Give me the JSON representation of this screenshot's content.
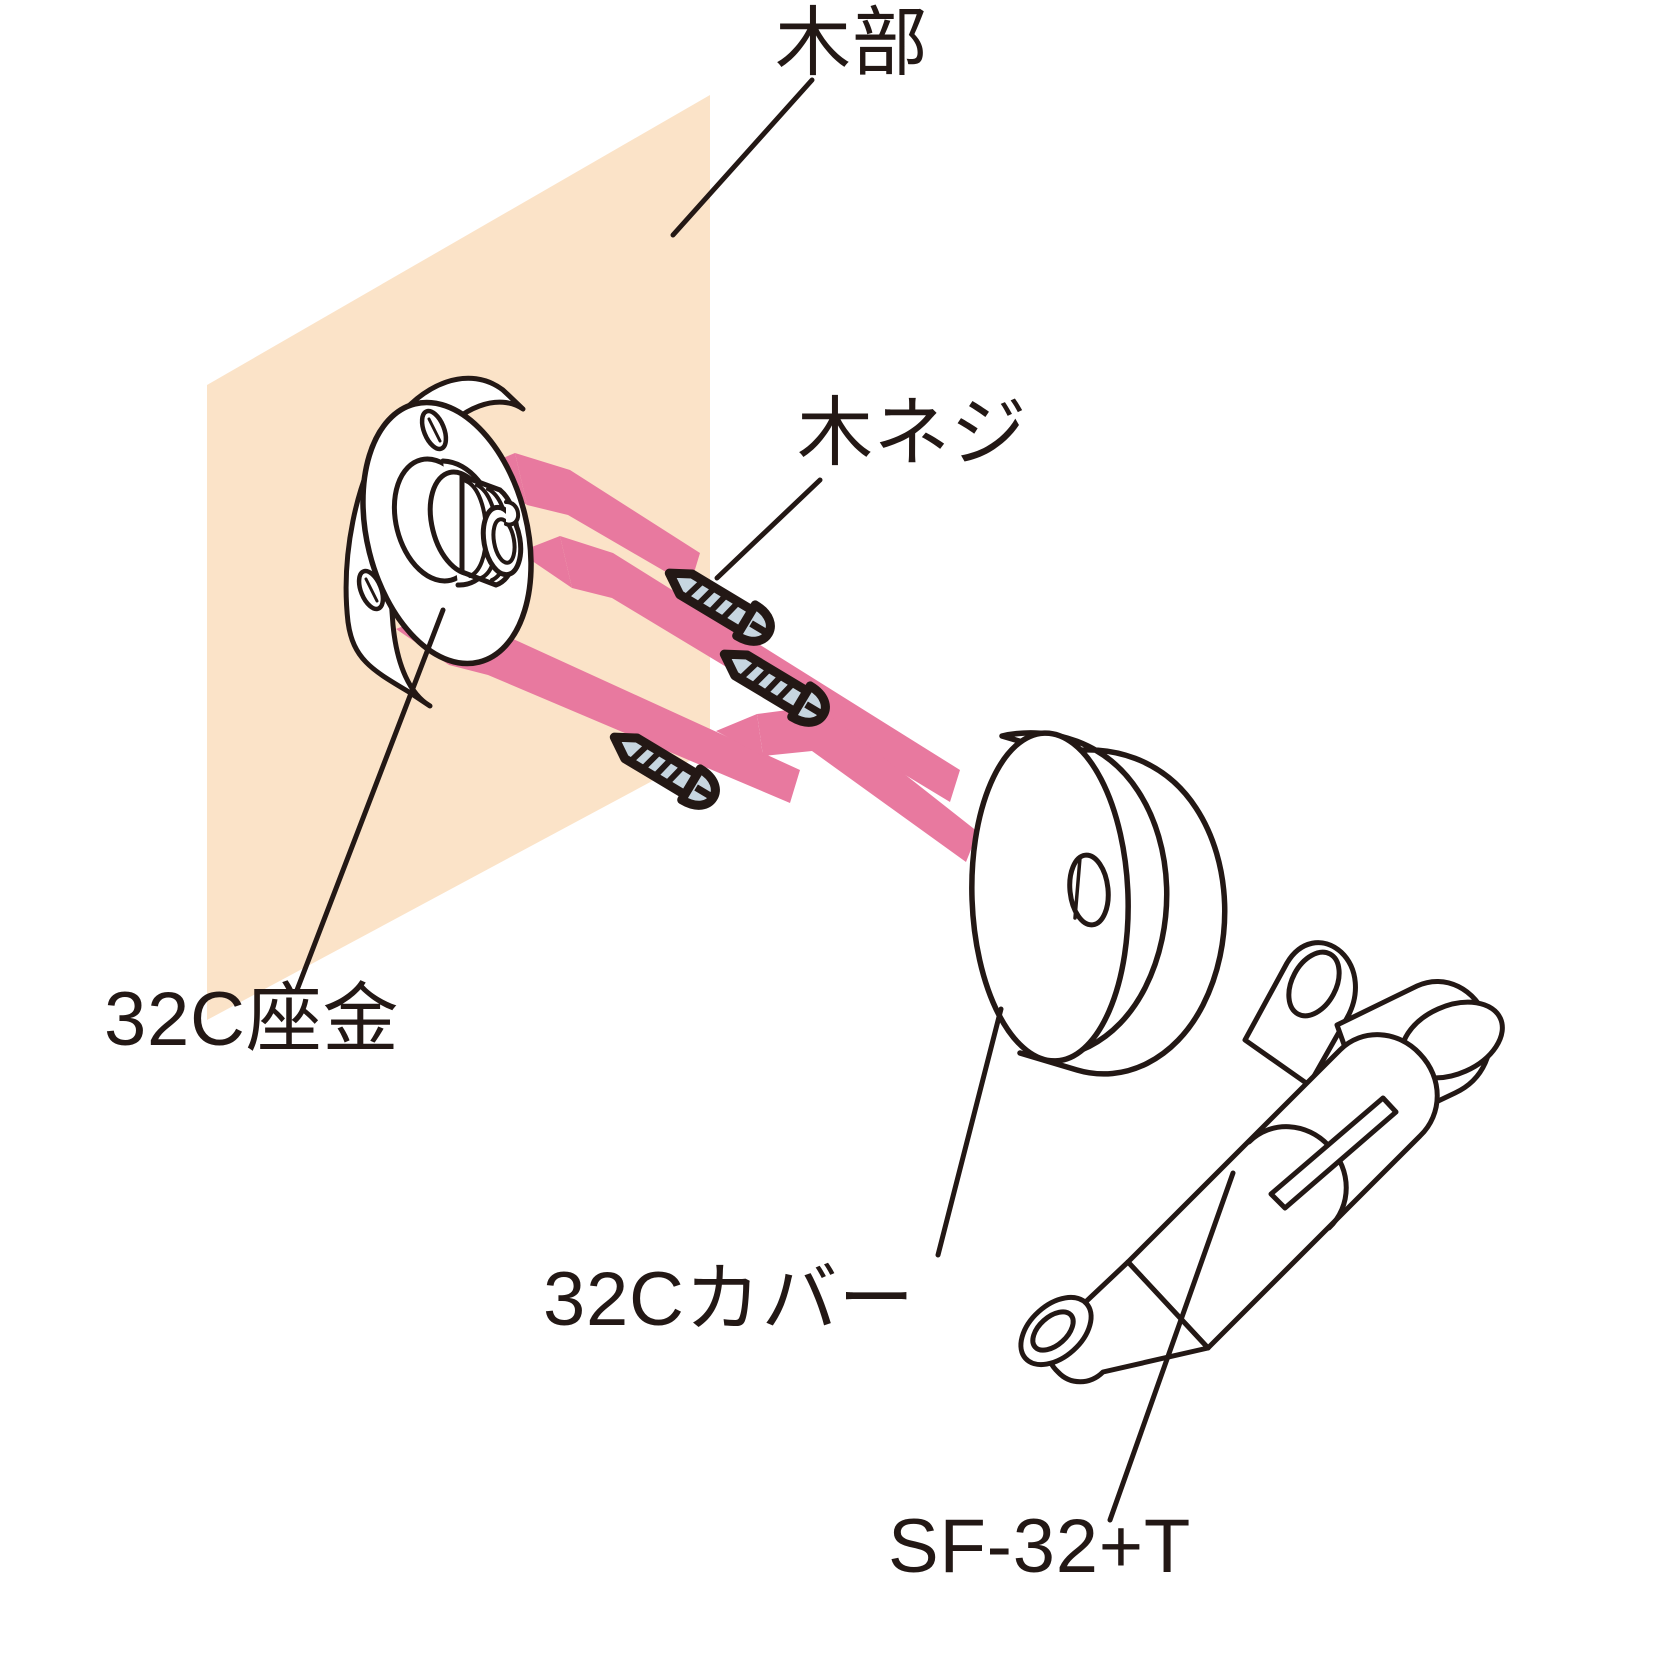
{
  "diagram": {
    "title": "32C mounting assembly exploded diagram",
    "type": "exploded-assembly",
    "background_color": "#ffffff",
    "ink_color": "#231815",
    "wood_panel_color": "#fbe3c8",
    "arrow_color": "#e8799f",
    "screw_metal_color": "#c7d6e0"
  },
  "labels": {
    "wood": "木部",
    "wood_screw": "木ネジ",
    "washer": "32C座金",
    "cover": "32Cカバー",
    "bar": "SF-32+T"
  },
  "parts": [
    {
      "id": "wood-panel",
      "label": "木部",
      "note": "beige parallelogram wall surface"
    },
    {
      "id": "washer-flange",
      "label": "32C座金",
      "note": "round flange plate with threaded boss and screw holes"
    },
    {
      "id": "wood-screw-1",
      "label": "木ネジ",
      "note": "wood screw, upper"
    },
    {
      "id": "wood-screw-2",
      "label": "木ネジ",
      "note": "wood screw, middle"
    },
    {
      "id": "wood-screw-3",
      "label": "木ネジ",
      "note": "wood screw, lower"
    },
    {
      "id": "cover-disc",
      "label": "32Cカバー",
      "note": "round cover disc with center hole"
    },
    {
      "id": "sf32t-bar",
      "label": "SF-32+T",
      "note": "tee end support bar"
    }
  ],
  "assembly_arrows": [
    {
      "id": "arrow-to-upper-hole",
      "from": "wood-screw-1",
      "to": "washer-flange upper hole"
    },
    {
      "id": "arrow-to-boss",
      "from": "wood-screw-2",
      "to": "washer-flange center boss"
    },
    {
      "id": "arrow-to-lower-hole",
      "from": "wood-screw-3",
      "to": "washer-flange lower hole"
    },
    {
      "id": "arrow-cover-to-flange",
      "from": "cover-disc",
      "to": "washer-flange"
    }
  ],
  "leaders": [
    {
      "id": "leader-wood",
      "label": "木部"
    },
    {
      "id": "leader-wood-screw",
      "label": "木ネジ"
    },
    {
      "id": "leader-washer",
      "label": "32C座金"
    },
    {
      "id": "leader-cover",
      "label": "32Cカバー"
    },
    {
      "id": "leader-sf32t",
      "label": "SF-32+T"
    }
  ]
}
